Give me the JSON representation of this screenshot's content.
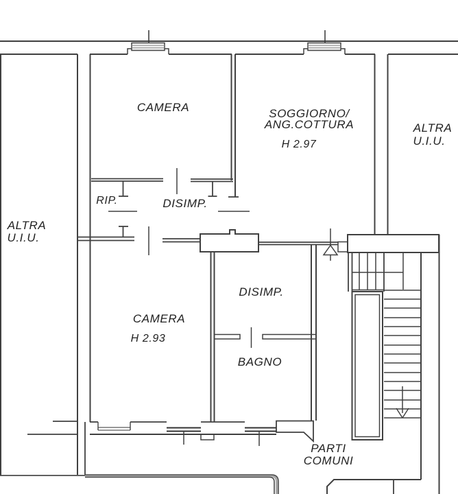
{
  "plan_title": "apartment-floor-plan",
  "colors": {
    "wall": "#404040",
    "wall_gray": "#8a8a8a",
    "text": "#222222",
    "background": "#ffffff"
  },
  "rooms": {
    "camera_top": {
      "label": "CAMERA"
    },
    "soggiorno": {
      "label_line1": "SOGGIORNO/",
      "label_line2": "ANG.COTTURA",
      "height": "H 2.97"
    },
    "altra_uiu_right": {
      "label_line1": "ALTRA",
      "label_line2": "U.I.U."
    },
    "altra_uiu_left": {
      "label_line1": "ALTRA",
      "label_line2": "U.I.U."
    },
    "rip": {
      "label": "RIP."
    },
    "disimp_upper": {
      "label": "DISIMP."
    },
    "camera_lower": {
      "label": "CAMERA",
      "height": "H 2.93"
    },
    "disimp_lower": {
      "label": "DISIMP."
    },
    "bagno": {
      "label": "BAGNO"
    },
    "parti_comuni": {
      "label_line1": "PARTI",
      "label_line2": "COMUNI"
    }
  }
}
